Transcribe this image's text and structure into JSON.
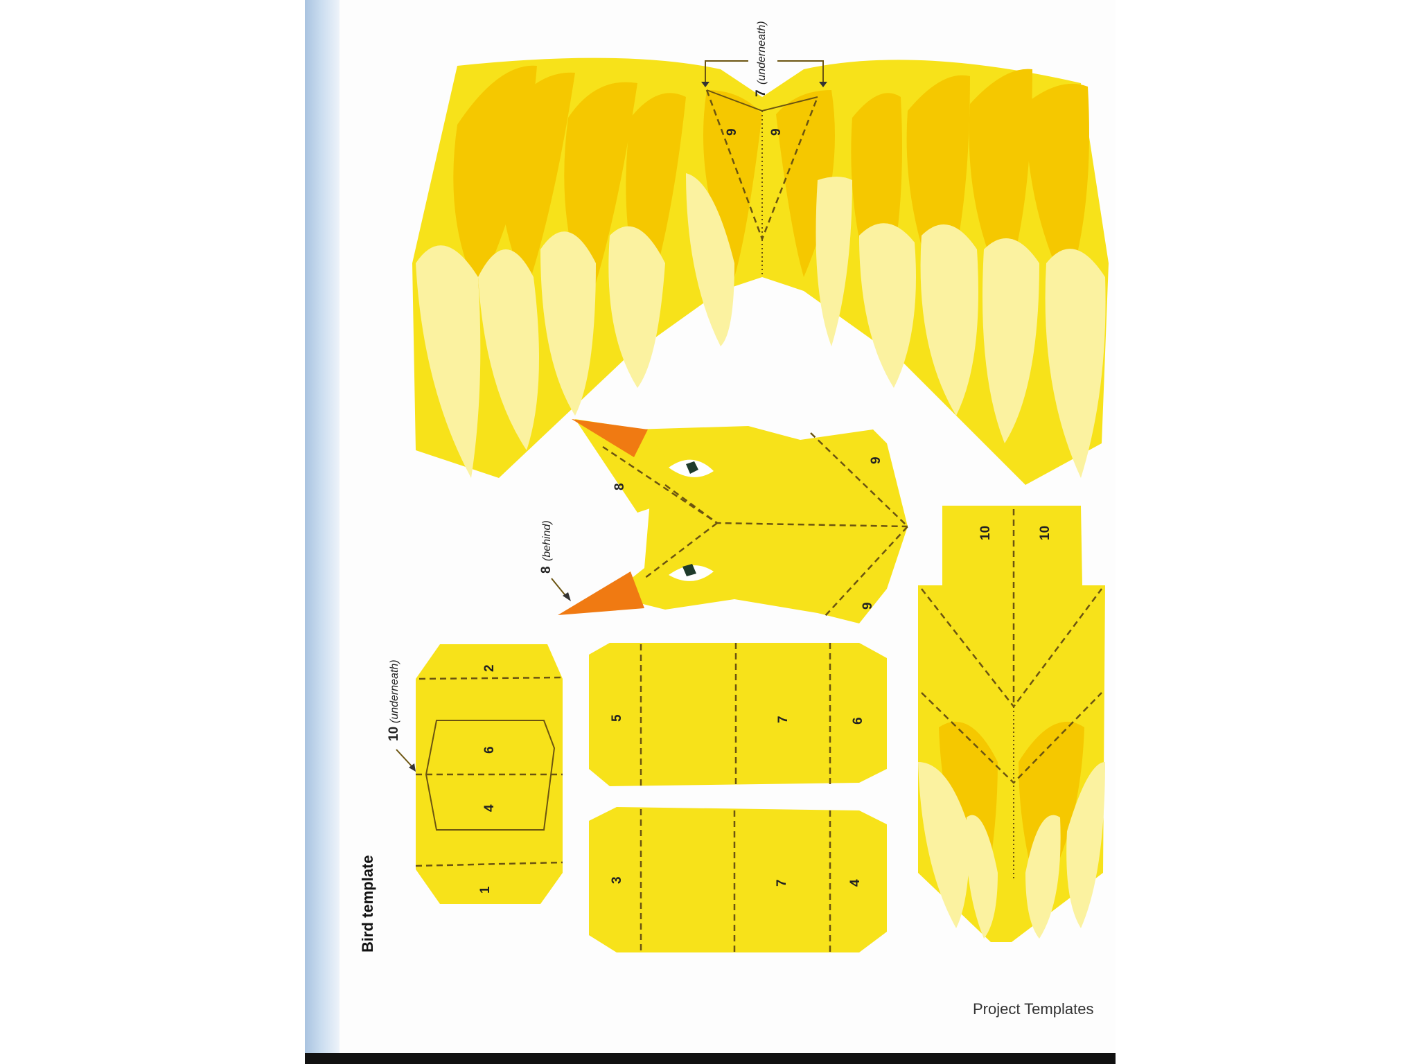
{
  "document": {
    "title": "Bird template",
    "footer": "Project Templates"
  },
  "labels": {
    "n1": "1",
    "n2": "2",
    "n3": "3",
    "n4": "4",
    "n5": "5",
    "n6": "6",
    "n7": "7",
    "n8": "8",
    "n9": "9",
    "n10": "10"
  },
  "notes": {
    "underneath": "(underneath)",
    "behind": "(behind)"
  },
  "colors": {
    "yellow": "#f7e21a",
    "dark_yellow": "#f5c800",
    "pale_yellow": "#fbf2a0",
    "beak": "#f07a12",
    "dash": "#6b5410"
  }
}
